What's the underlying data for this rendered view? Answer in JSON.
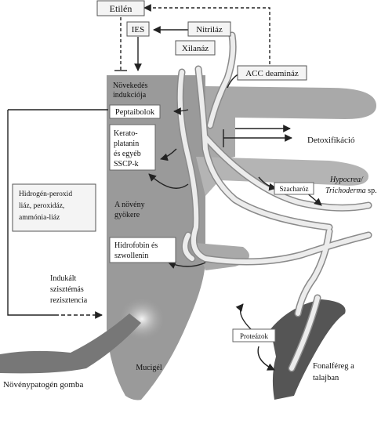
{
  "labels": {
    "etilen": "Etilén",
    "ies": "IES",
    "nitrilaz": "Nitriláz",
    "xilanaz": "Xilanáz",
    "acc": "ACC deamináz",
    "noveked1": "Növekedés",
    "noveked2": "indukciója",
    "peptaibolok": "Peptaibolok",
    "kerato1": "Kerato-",
    "kerato2": "platanin",
    "kerato3": "és egyéb",
    "kerato4": "SSCP-k",
    "detox": "Detoxifikáció",
    "szacharoz": "Szacharóz",
    "hypocrea1": "Hypocrea/",
    "hypocrea2": "Trichoderma",
    "hypocrea3": " sp.",
    "hidro1": "Hidrogén-peroxid",
    "hidro2": "liáz, peroxidáz,",
    "hidro3": "ammónia-liáz",
    "gyoker1": "A növény",
    "gyoker2": "gyökere",
    "hidrofobin1": "Hidrofobin és",
    "hidrofobin2": "szwollenin",
    "induk1": "Indukált",
    "induk2": "szisztémás",
    "induk3": "rezisztencia",
    "proteazok": "Proteázok",
    "fonal1": "Fonalféreg a",
    "fonal2": "talajban",
    "mucigel": "Mucigél",
    "gomba": "Növénypatogén gomba"
  },
  "colors": {
    "root": "#9a9a9a",
    "root_light": "#b4b4b4",
    "hypha": "#e8e8e8",
    "hypha_edge": "#8a8a8a",
    "nematode": "#555555",
    "pathogen": "#777777"
  }
}
